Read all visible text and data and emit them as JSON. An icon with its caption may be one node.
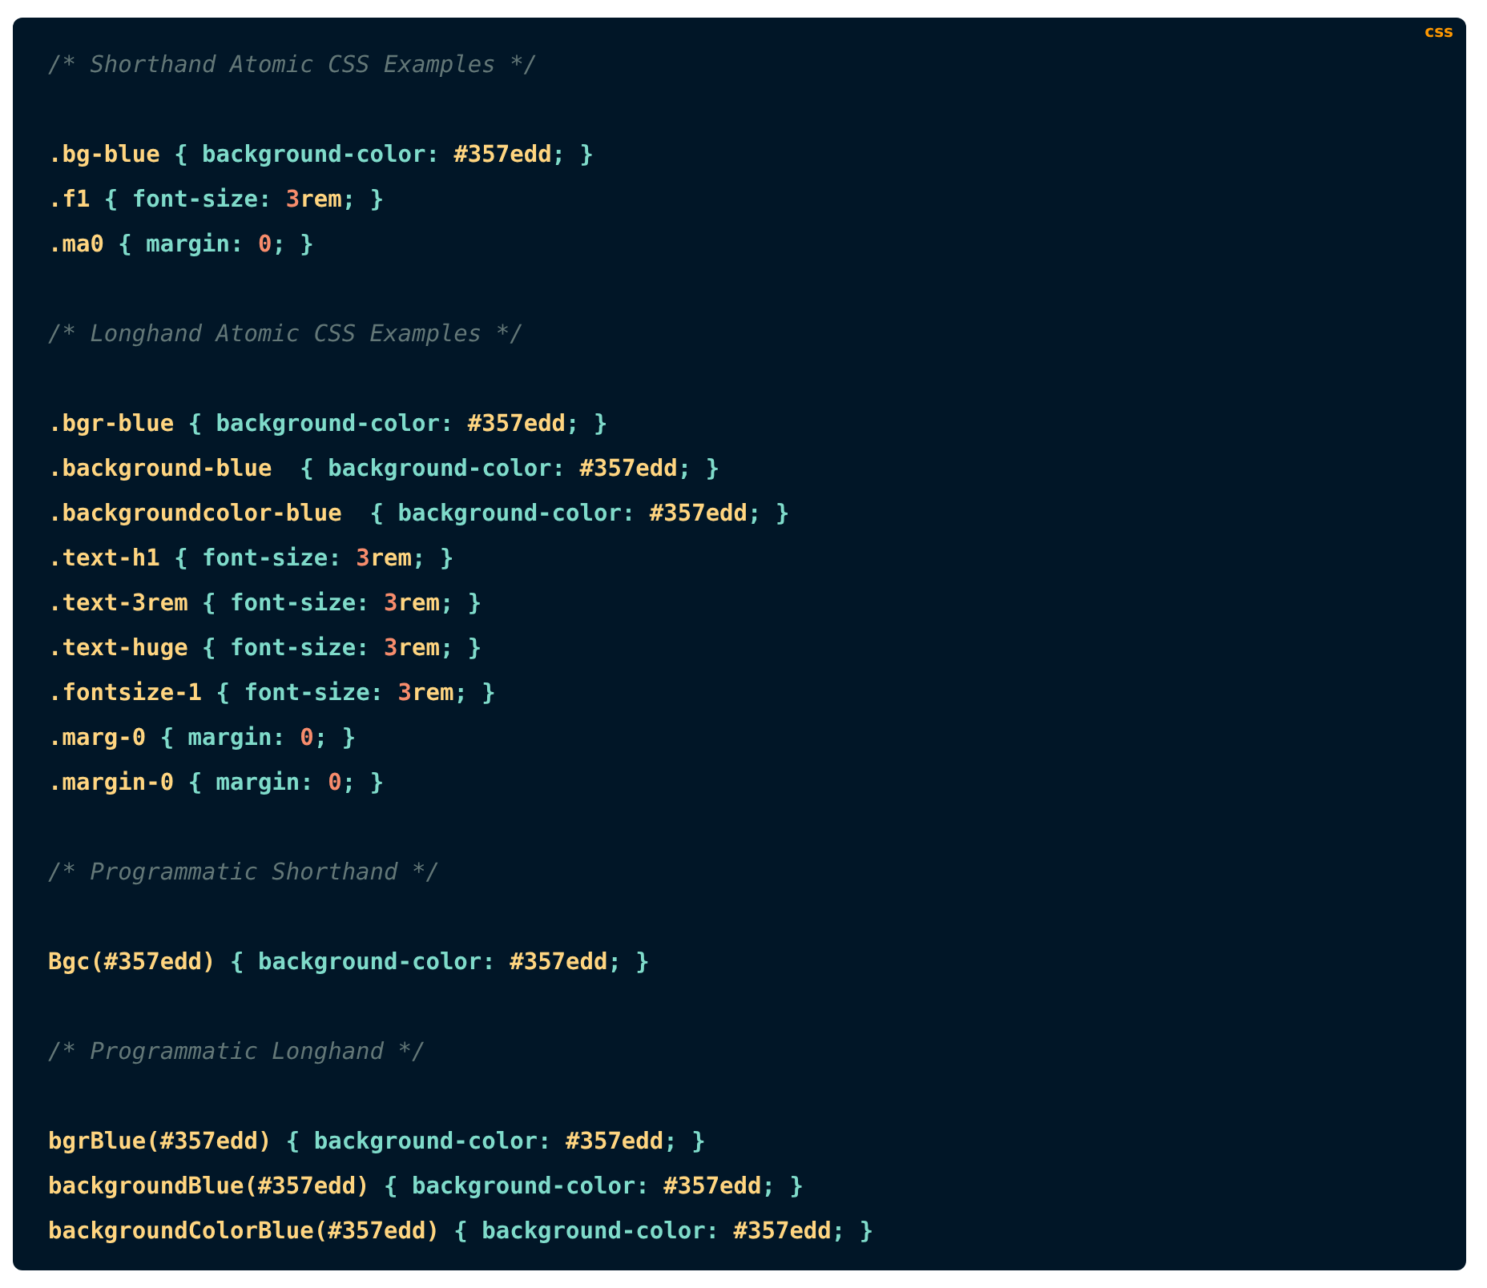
{
  "diagram": {
    "labels": [
      "css",
      "/* Shorthand Atomic CSS Examples */",
      ".bg-blue { background-color: #357edd; }",
      ".f1 { font-size: 3rem; }",
      ".ma0 { margin: 0; }",
      "/* Longhand Atomic CSS Examples */",
      ".bgr-blue { background-color: #357edd; }",
      ".background-blue  { background-color: #357edd; }",
      ".backgroundcolor-blue  { background-color: #357edd; }",
      ".text-h1 { font-size: 3rem; }",
      ".text-3rem { font-size: 3rem; }",
      ".text-huge { font-size: 3rem; }",
      ".fontsize-1 { font-size: 3rem; }",
      ".marg-0 { margin: 0; }",
      ".margin-0 { margin: 0; }",
      "/* Programmatic Shorthand */",
      "Bgc(#357edd) { background-color: #357edd; }",
      "/* Programmatic Longhand */",
      "bgrBlue(#357edd) { background-color: #357edd; }",
      "backgroundBlue(#357edd) { background-color: #357edd; }",
      "backgroundColorBlue(#357edd) { background-color: #357edd; }"
    ]
  }
}
